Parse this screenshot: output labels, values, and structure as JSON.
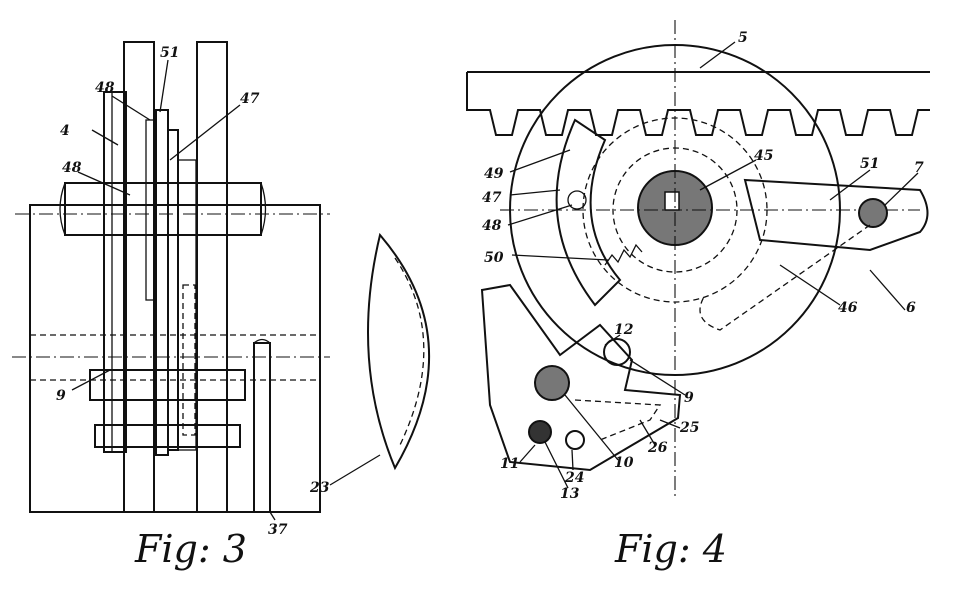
{
  "fig3": {
    "caption": "Fig: 3",
    "labels": {
      "l4": "4",
      "l48a": "48",
      "l51": "51",
      "l47": "47",
      "l48b": "48",
      "l9": "9",
      "l23": "23",
      "l37": "37"
    }
  },
  "fig4": {
    "caption": "Fig: 4",
    "labels": {
      "l5": "5",
      "l45": "45",
      "l7": "7",
      "l49": "49",
      "l47": "47",
      "l48": "48",
      "l51": "51",
      "l50": "50",
      "l46": "46",
      "l6": "6",
      "l12": "12",
      "l9": "9",
      "l25": "25",
      "l26": "26",
      "l10": "10",
      "l11": "11",
      "l24": "24",
      "l13": "13"
    }
  }
}
